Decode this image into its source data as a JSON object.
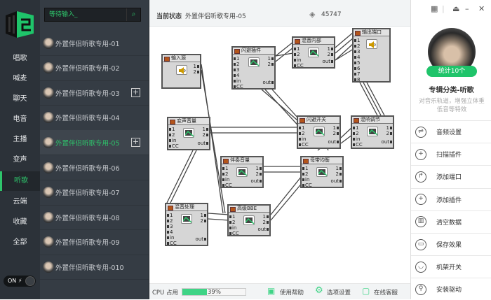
{
  "nav": {
    "items": [
      "唱歌",
      "喊麦",
      "聊天",
      "电音",
      "主播",
      "变声",
      "听歌",
      "云端",
      "收藏",
      "全部"
    ],
    "selected": 6,
    "toggle_label": "ON ⚡"
  },
  "list": {
    "search_placeholder": "等待输入_",
    "items": [
      "外置伴侣听歌专用-01",
      "外置伴侣听歌专用-02",
      "外置伴侣听歌专用-03",
      "外置伴侣听歌专用-04",
      "外置伴侣听歌专用-05",
      "外置伴侣听歌专用-06",
      "外置伴侣听歌专用-07",
      "外置伴侣听歌专用-08",
      "外置伴侣听歌专用-09",
      "外置伴侣听歌专用-010"
    ],
    "selected": 4
  },
  "header": {
    "status_label": "当前状态",
    "status_value": "外置伴侣听歌专用-05",
    "count": "45747"
  },
  "modules": [
    {
      "name": "输入源",
      "in": [],
      "out": [
        "1",
        "2"
      ],
      "icon": "speaker"
    },
    {
      "name": "闪避插件",
      "in": [
        "1",
        "2",
        "3",
        "4",
        "in",
        "CC"
      ],
      "out": [
        "1",
        "2",
        "out"
      ],
      "icon": "wave"
    },
    {
      "name": "混音内部",
      "in": [
        "1",
        "2",
        "in",
        "CC"
      ],
      "out": [
        "1",
        "2",
        "out"
      ],
      "icon": "wave"
    },
    {
      "name": "输出端口",
      "in": [
        "1",
        "2",
        "3",
        "4",
        "5",
        "6",
        "7",
        "8"
      ],
      "out": [],
      "icon": "speaker"
    },
    {
      "name": "变声音量",
      "in": [
        "1",
        "2",
        "in",
        "CC"
      ],
      "out": [
        "1",
        "2",
        "out"
      ],
      "icon": "wave"
    },
    {
      "name": "闪避开关",
      "in": [
        "1",
        "2",
        "in",
        "CC"
      ],
      "out": [
        "1",
        "2",
        "out"
      ],
      "icon": "wave"
    },
    {
      "name": "混响调节",
      "in": [
        "1",
        "2",
        "in",
        "CC"
      ],
      "out": [
        "1",
        "2",
        "out"
      ],
      "icon": "wave"
    },
    {
      "name": "伴奏音量",
      "in": [
        "1",
        "2",
        "in",
        "CC"
      ],
      "out": [
        "1",
        "2",
        "out"
      ],
      "icon": "wave"
    },
    {
      "name": "母带均衡",
      "in": [
        "1",
        "2",
        "in",
        "CC"
      ],
      "out": [
        "1",
        "2",
        "out"
      ],
      "icon": "wave"
    },
    {
      "name": "混音处理",
      "in": [
        "1",
        "2",
        "3",
        "4",
        "in",
        "CC"
      ],
      "out": [
        "1",
        "2",
        "out"
      ],
      "icon": "wave"
    },
    {
      "name": "高级BBE",
      "in": [
        "1",
        "2",
        "in",
        "CC"
      ],
      "out": [
        "1",
        "2",
        "out"
      ],
      "icon": "wave"
    }
  ],
  "footer": {
    "cpu_label": "CPU 占用",
    "cpu_percent": 39,
    "cpu_text": "39%",
    "help": "使用帮助",
    "settings": "选项设置",
    "support": "在线客服"
  },
  "right": {
    "stat": "统计10个",
    "title": "专辑分类-听歌",
    "desc": "对音乐轨道，增强立体重低音等特效",
    "menu": [
      {
        "label": "音频设置",
        "icon": "audio-settings-icon",
        "g": "⇌"
      },
      {
        "label": "扫描插件",
        "icon": "crosshair-icon",
        "g": "+"
      },
      {
        "label": "添加端口",
        "icon": "port-icon",
        "g": "↱"
      },
      {
        "label": "添加插件",
        "icon": "add-plugin-icon",
        "g": "+"
      },
      {
        "label": "清空数据",
        "icon": "trash-icon",
        "g": "▥"
      },
      {
        "label": "保存效果",
        "icon": "save-icon",
        "g": "▭"
      },
      {
        "label": "机架开关",
        "icon": "power-icon",
        "g": "◡"
      },
      {
        "label": "安装驱动",
        "icon": "driver-icon",
        "g": "⚲"
      }
    ]
  },
  "colors": {
    "accent": "#1fc46a",
    "nav_bg": "#2c3239",
    "list_bg": "#353c44"
  }
}
